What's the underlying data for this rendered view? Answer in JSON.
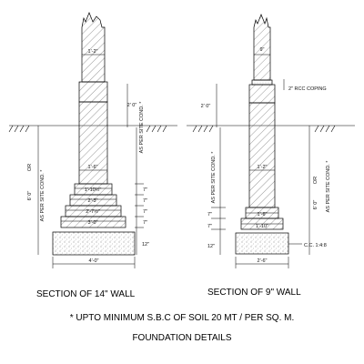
{
  "left_section": {
    "title": "SECTION OF 14\" WALL",
    "wall_width": "1'-2\"",
    "wall_height": "2' 0\"",
    "wall_width_lower": "1'-6\"",
    "steps": [
      "1'-10½\"",
      "2'-3\"",
      "2'-7½\"",
      "3'-0\""
    ],
    "step_heights": [
      "7\"",
      "7\"",
      "7\"",
      "7\""
    ],
    "pcc_height": "12\"",
    "base_width": "4'-0\"",
    "depth_label": "6' 0\"",
    "or_label": "OR",
    "site_label": "AS PER SITE COND. *",
    "upper_site_label": "AS PER SITE COND. *"
  },
  "right_section": {
    "title": "SECTION OF 9\" WALL",
    "wall_width": "9\"",
    "coping_label": "2\" RCC COPING",
    "wall_height": "2' 0\"",
    "wall_width_lower": "1'-2\"",
    "steps": [
      "1'-6\"",
      "1'-10\""
    ],
    "step_heights": [
      "7\"",
      "7\""
    ],
    "pcc_height": "12\"",
    "pcc_label": "C.C. 1:4:8",
    "base_width": "2'-6\"",
    "depth_label": "6' 0\"",
    "or_label": "OR",
    "site_label": "AS PER SITE COND. *",
    "upper_site_label": "AS PER SITE COND. *"
  },
  "note": "* UPTO MINIMUM S.B.C OF SOIL 20 MT / PER SQ. M.",
  "caption": "FOUNDATION DETAILS"
}
